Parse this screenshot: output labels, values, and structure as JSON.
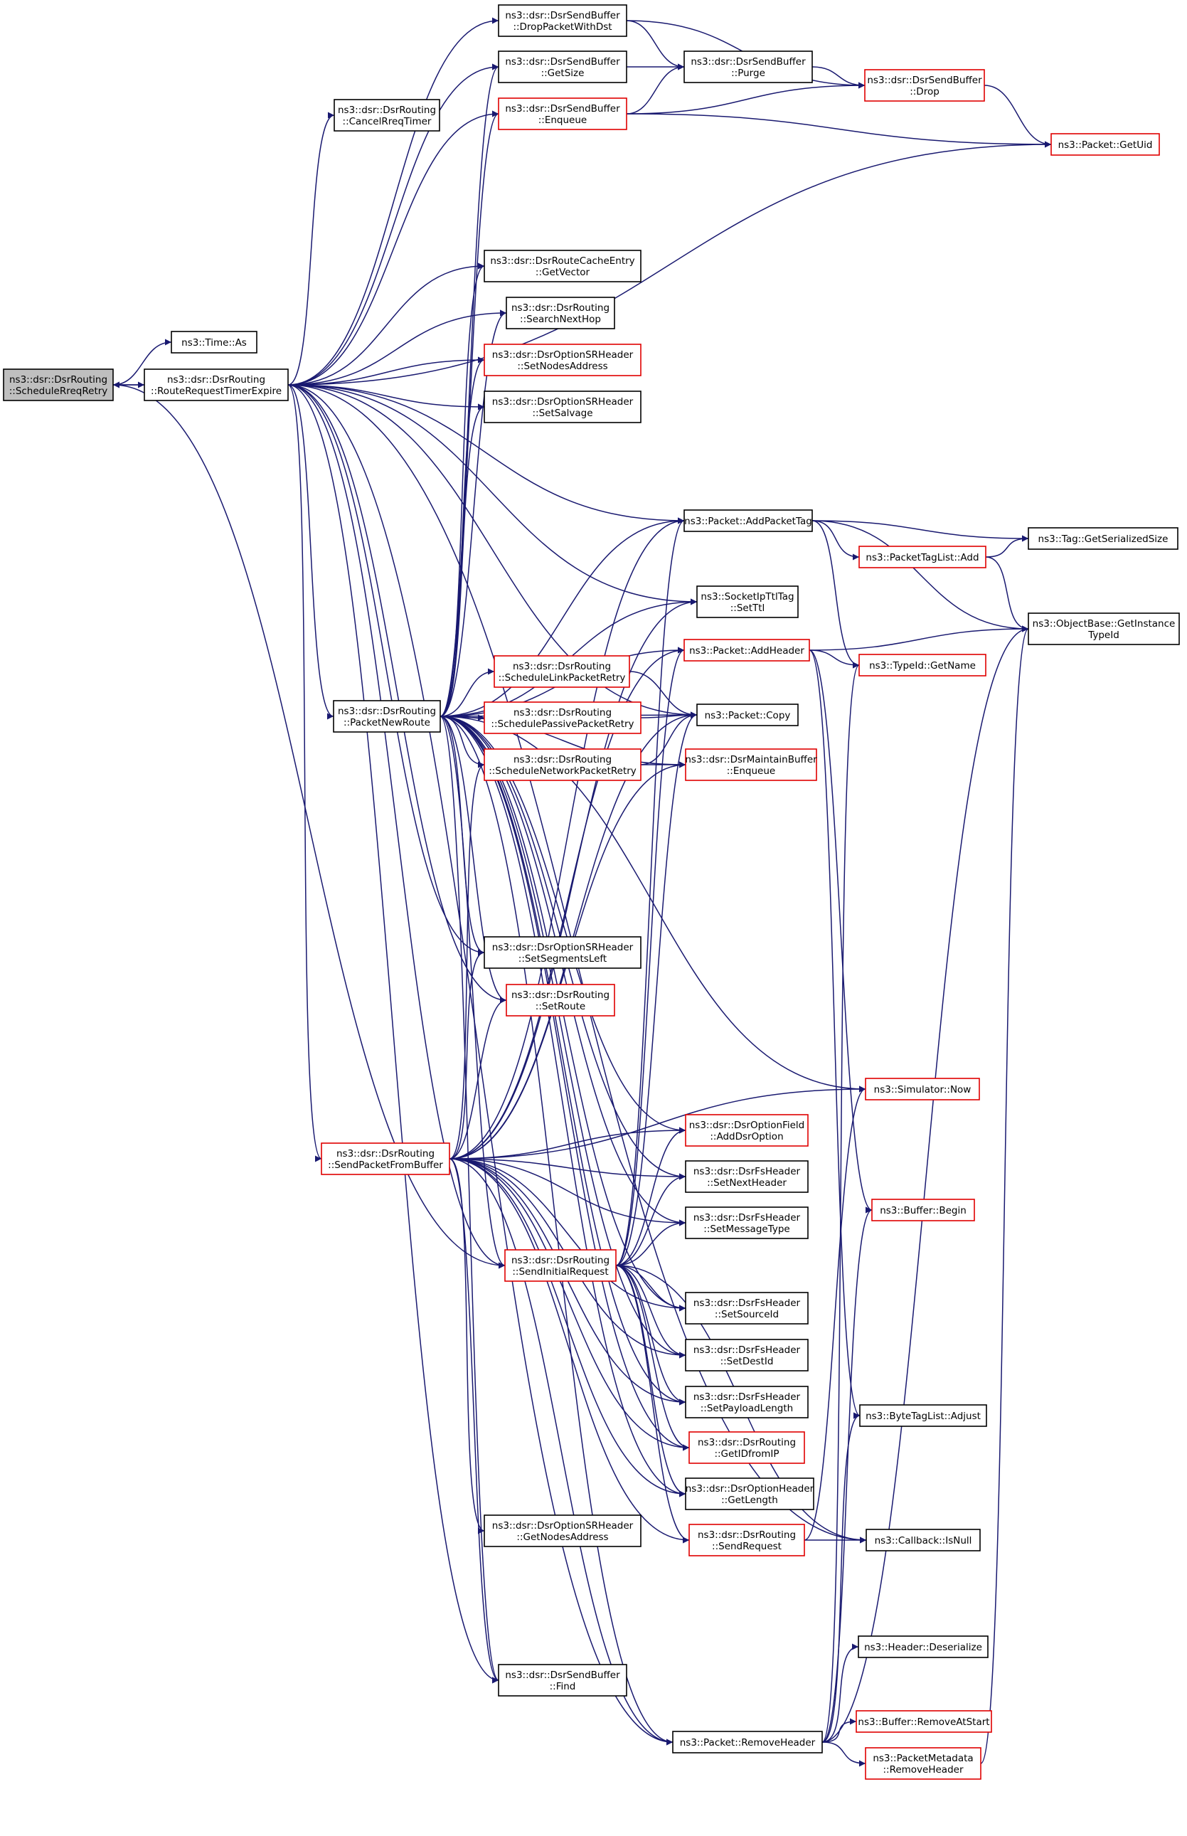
{
  "nodes": [
    {
      "id": "n_srr",
      "lines": [
        "ns3::dsr::DsrRouting",
        "::ScheduleRreqRetry"
      ],
      "color": "black",
      "root": true
    },
    {
      "id": "n_time_as",
      "lines": [
        "ns3::Time::As"
      ],
      "color": "black"
    },
    {
      "id": "n_rrte",
      "lines": [
        "ns3::dsr::DsrRouting",
        "::RouteRequestTimerExpire"
      ],
      "color": "black"
    },
    {
      "id": "n_dpwd",
      "lines": [
        "ns3::dsr::DsrSendBuffer",
        "::DropPacketWithDst"
      ],
      "color": "black"
    },
    {
      "id": "n_getsize",
      "lines": [
        "ns3::dsr::DsrSendBuffer",
        "::GetSize"
      ],
      "color": "black"
    },
    {
      "id": "n_cancel",
      "lines": [
        "ns3::dsr::DsrRouting",
        "::CancelRreqTimer"
      ],
      "color": "black"
    },
    {
      "id": "n_enqueue",
      "lines": [
        "ns3::dsr::DsrSendBuffer",
        "::Enqueue"
      ],
      "color": "red"
    },
    {
      "id": "n_purge",
      "lines": [
        "ns3::dsr::DsrSendBuffer",
        "::Purge"
      ],
      "color": "black"
    },
    {
      "id": "n_drop",
      "lines": [
        "ns3::dsr::DsrSendBuffer",
        "::Drop"
      ],
      "color": "red"
    },
    {
      "id": "n_getuid",
      "lines": [
        "ns3::Packet::GetUid"
      ],
      "color": "red"
    },
    {
      "id": "n_getvector",
      "lines": [
        "ns3::dsr::DsrRouteCacheEntry",
        "::GetVector"
      ],
      "color": "black"
    },
    {
      "id": "n_searchnexthop",
      "lines": [
        "ns3::dsr::DsrRouting",
        "::SearchNextHop"
      ],
      "color": "black"
    },
    {
      "id": "n_setnodesaddr",
      "lines": [
        "ns3::dsr::DsrOptionSRHeader",
        "::SetNodesAddress"
      ],
      "color": "red"
    },
    {
      "id": "n_setsalvage",
      "lines": [
        "ns3::dsr::DsrOptionSRHeader",
        "::SetSalvage"
      ],
      "color": "black"
    },
    {
      "id": "n_addpackettag",
      "lines": [
        "ns3::Packet::AddPacketTag"
      ],
      "color": "black"
    },
    {
      "id": "n_getserialsize",
      "lines": [
        "ns3::Tag::GetSerializedSize"
      ],
      "color": "black"
    },
    {
      "id": "n_ptl_add",
      "lines": [
        "ns3::PacketTagList::Add"
      ],
      "color": "red"
    },
    {
      "id": "n_setttl",
      "lines": [
        "ns3::SocketIpTtlTag",
        "::SetTtl"
      ],
      "color": "black"
    },
    {
      "id": "n_getinstance",
      "lines": [
        "ns3::ObjectBase::GetInstance",
        "TypeId"
      ],
      "color": "black"
    },
    {
      "id": "n_addheader",
      "lines": [
        "ns3::Packet::AddHeader"
      ],
      "color": "red"
    },
    {
      "id": "n_getname",
      "lines": [
        "ns3::TypeId::GetName"
      ],
      "color": "red"
    },
    {
      "id": "n_schedlink",
      "lines": [
        "ns3::dsr::DsrRouting",
        "::ScheduleLinkPacketRetry"
      ],
      "color": "red"
    },
    {
      "id": "n_packetnewroute",
      "lines": [
        "ns3::dsr::DsrRouting",
        "::PacketNewRoute"
      ],
      "color": "black"
    },
    {
      "id": "n_schedpassive",
      "lines": [
        "ns3::dsr::DsrRouting",
        "::SchedulePassivePacketRetry"
      ],
      "color": "red"
    },
    {
      "id": "n_copy",
      "lines": [
        "ns3::Packet::Copy"
      ],
      "color": "black"
    },
    {
      "id": "n_schednetwork",
      "lines": [
        "ns3::dsr::DsrRouting",
        "::ScheduleNetworkPacketRetry"
      ],
      "color": "red"
    },
    {
      "id": "n_maintenqueue",
      "lines": [
        "ns3::dsr::DsrMaintainBuffer",
        "::Enqueue"
      ],
      "color": "red"
    },
    {
      "id": "n_setsegleft",
      "lines": [
        "ns3::dsr::DsrOptionSRHeader",
        "::SetSegmentsLeft"
      ],
      "color": "black"
    },
    {
      "id": "n_setroute",
      "lines": [
        "ns3::dsr::DsrRouting",
        "::SetRoute"
      ],
      "color": "red"
    },
    {
      "id": "n_simnow",
      "lines": [
        "ns3::Simulator::Now"
      ],
      "color": "red"
    },
    {
      "id": "n_spfb",
      "lines": [
        "ns3::dsr::DsrRouting",
        "::SendPacketFromBuffer"
      ],
      "color": "red"
    },
    {
      "id": "n_adddsroption",
      "lines": [
        "ns3::dsr::DsrOptionField",
        "::AddDsrOption"
      ],
      "color": "red"
    },
    {
      "id": "n_setnexthdr",
      "lines": [
        "ns3::dsr::DsrFsHeader",
        "::SetNextHeader"
      ],
      "color": "black"
    },
    {
      "id": "n_bufbegin",
      "lines": [
        "ns3::Buffer::Begin"
      ],
      "color": "red"
    },
    {
      "id": "n_setmsgtype",
      "lines": [
        "ns3::dsr::DsrFsHeader",
        "::SetMessageType"
      ],
      "color": "black"
    },
    {
      "id": "n_sendinitreq",
      "lines": [
        "ns3::dsr::DsrRouting",
        "::SendInitialRequest"
      ],
      "color": "red"
    },
    {
      "id": "n_setsrcid",
      "lines": [
        "ns3::dsr::DsrFsHeader",
        "::SetSourceId"
      ],
      "color": "black"
    },
    {
      "id": "n_setdestid",
      "lines": [
        "ns3::dsr::DsrFsHeader",
        "::SetDestId"
      ],
      "color": "black"
    },
    {
      "id": "n_setpayload",
      "lines": [
        "ns3::dsr::DsrFsHeader",
        "::SetPayloadLength"
      ],
      "color": "black"
    },
    {
      "id": "n_btl_adjust",
      "lines": [
        "ns3::ByteTagList::Adjust"
      ],
      "color": "black"
    },
    {
      "id": "n_getidfromip",
      "lines": [
        "ns3::dsr::DsrRouting",
        "::GetIDfromIP"
      ],
      "color": "red"
    },
    {
      "id": "n_getlength",
      "lines": [
        "ns3::dsr::DsrOptionHeader",
        "::GetLength"
      ],
      "color": "black"
    },
    {
      "id": "n_getnodesaddr",
      "lines": [
        "ns3::dsr::DsrOptionSRHeader",
        "::GetNodesAddress"
      ],
      "color": "black"
    },
    {
      "id": "n_sendrequest",
      "lines": [
        "ns3::dsr::DsrRouting",
        "::SendRequest"
      ],
      "color": "red"
    },
    {
      "id": "n_isnull",
      "lines": [
        "ns3::Callback::IsNull"
      ],
      "color": "black"
    },
    {
      "id": "n_deserialize",
      "lines": [
        "ns3::Header::Deserialize"
      ],
      "color": "black"
    },
    {
      "id": "n_find",
      "lines": [
        "ns3::dsr::DsrSendBuffer",
        "::Find"
      ],
      "color": "black"
    },
    {
      "id": "n_removeatstart",
      "lines": [
        "ns3::Buffer::RemoveAtStart"
      ],
      "color": "red"
    },
    {
      "id": "n_removeheader",
      "lines": [
        "ns3::Packet::RemoveHeader"
      ],
      "color": "black"
    },
    {
      "id": "n_pm_removeheader",
      "lines": [
        "ns3::PacketMetadata",
        "::RemoveHeader"
      ],
      "color": "red"
    }
  ],
  "edges": [
    [
      "n_srr",
      "n_time_as"
    ],
    [
      "n_srr",
      "n_rrte"
    ],
    [
      "n_rrte",
      "n_srr"
    ],
    [
      "n_rrte",
      "n_dpwd"
    ],
    [
      "n_rrte",
      "n_getsize"
    ],
    [
      "n_rrte",
      "n_cancel"
    ],
    [
      "n_rrte",
      "n_enqueue"
    ],
    [
      "n_rrte",
      "n_getuid"
    ],
    [
      "n_rrte",
      "n_getvector"
    ],
    [
      "n_rrte",
      "n_searchnexthop"
    ],
    [
      "n_rrte",
      "n_setnodesaddr"
    ],
    [
      "n_rrte",
      "n_setsalvage"
    ],
    [
      "n_rrte",
      "n_addpackettag"
    ],
    [
      "n_rrte",
      "n_setttl"
    ],
    [
      "n_rrte",
      "n_copy"
    ],
    [
      "n_rrte",
      "n_packetnewroute"
    ],
    [
      "n_rrte",
      "n_setsegleft"
    ],
    [
      "n_rrte",
      "n_setroute"
    ],
    [
      "n_rrte",
      "n_spfb"
    ],
    [
      "n_rrte",
      "n_sendinitreq"
    ],
    [
      "n_rrte",
      "n_find"
    ],
    [
      "n_rrte",
      "n_removeheader"
    ],
    [
      "n_rrte",
      "n_isnull"
    ],
    [
      "n_dpwd",
      "n_purge"
    ],
    [
      "n_dpwd",
      "n_drop"
    ],
    [
      "n_getsize",
      "n_purge"
    ],
    [
      "n_enqueue",
      "n_purge"
    ],
    [
      "n_enqueue",
      "n_drop"
    ],
    [
      "n_enqueue",
      "n_getuid"
    ],
    [
      "n_purge",
      "n_drop"
    ],
    [
      "n_drop",
      "n_getuid"
    ],
    [
      "n_addpackettag",
      "n_getserialsize"
    ],
    [
      "n_addpackettag",
      "n_ptl_add"
    ],
    [
      "n_addpackettag",
      "n_getinstance"
    ],
    [
      "n_addpackettag",
      "n_getname"
    ],
    [
      "n_ptl_add",
      "n_getserialsize"
    ],
    [
      "n_ptl_add",
      "n_getinstance"
    ],
    [
      "n_addheader",
      "n_getinstance"
    ],
    [
      "n_addheader",
      "n_getname"
    ],
    [
      "n_addheader",
      "n_bufbegin"
    ],
    [
      "n_addheader",
      "n_btl_adjust"
    ],
    [
      "n_packetnewroute",
      "n_getsize"
    ],
    [
      "n_packetnewroute",
      "n_enqueue"
    ],
    [
      "n_packetnewroute",
      "n_getvector"
    ],
    [
      "n_packetnewroute",
      "n_searchnexthop"
    ],
    [
      "n_packetnewroute",
      "n_setnodesaddr"
    ],
    [
      "n_packetnewroute",
      "n_setsalvage"
    ],
    [
      "n_packetnewroute",
      "n_addpackettag"
    ],
    [
      "n_packetnewroute",
      "n_setttl"
    ],
    [
      "n_packetnewroute",
      "n_addheader"
    ],
    [
      "n_packetnewroute",
      "n_schedlink"
    ],
    [
      "n_packetnewroute",
      "n_schedpassive"
    ],
    [
      "n_packetnewroute",
      "n_schednetwork"
    ],
    [
      "n_packetnewroute",
      "n_copy"
    ],
    [
      "n_packetnewroute",
      "n_maintenqueue"
    ],
    [
      "n_packetnewroute",
      "n_setsegleft"
    ],
    [
      "n_packetnewroute",
      "n_setroute"
    ],
    [
      "n_packetnewroute",
      "n_simnow"
    ],
    [
      "n_packetnewroute",
      "n_adddsroption"
    ],
    [
      "n_packetnewroute",
      "n_setnexthdr"
    ],
    [
      "n_packetnewroute",
      "n_setmsgtype"
    ],
    [
      "n_packetnewroute",
      "n_sendinitreq"
    ],
    [
      "n_packetnewroute",
      "n_setsrcid"
    ],
    [
      "n_packetnewroute",
      "n_setdestid"
    ],
    [
      "n_packetnewroute",
      "n_setpayload"
    ],
    [
      "n_packetnewroute",
      "n_getidfromip"
    ],
    [
      "n_packetnewroute",
      "n_getlength"
    ],
    [
      "n_packetnewroute",
      "n_find"
    ],
    [
      "n_packetnewroute",
      "n_removeheader"
    ],
    [
      "n_schedlink",
      "n_copy"
    ],
    [
      "n_schedpassive",
      "n_copy"
    ],
    [
      "n_schednetwork",
      "n_copy"
    ],
    [
      "n_schednetwork",
      "n_maintenqueue"
    ],
    [
      "n_spfb",
      "n_addpackettag"
    ],
    [
      "n_spfb",
      "n_setttl"
    ],
    [
      "n_spfb",
      "n_addheader"
    ],
    [
      "n_spfb",
      "n_schednetwork"
    ],
    [
      "n_spfb",
      "n_copy"
    ],
    [
      "n_spfb",
      "n_maintenqueue"
    ],
    [
      "n_spfb",
      "n_setsegleft"
    ],
    [
      "n_spfb",
      "n_setroute"
    ],
    [
      "n_spfb",
      "n_simnow"
    ],
    [
      "n_spfb",
      "n_adddsroption"
    ],
    [
      "n_spfb",
      "n_setnexthdr"
    ],
    [
      "n_spfb",
      "n_setmsgtype"
    ],
    [
      "n_spfb",
      "n_setsrcid"
    ],
    [
      "n_spfb",
      "n_setdestid"
    ],
    [
      "n_spfb",
      "n_setpayload"
    ],
    [
      "n_spfb",
      "n_getidfromip"
    ],
    [
      "n_spfb",
      "n_getlength"
    ],
    [
      "n_spfb",
      "n_getnodesaddr"
    ],
    [
      "n_spfb",
      "n_sendrequest"
    ],
    [
      "n_spfb",
      "n_find"
    ],
    [
      "n_spfb",
      "n_removeheader"
    ],
    [
      "n_sendinitreq",
      "n_srr"
    ],
    [
      "n_sendinitreq",
      "n_addpackettag"
    ],
    [
      "n_sendinitreq",
      "n_addheader"
    ],
    [
      "n_sendinitreq",
      "n_copy"
    ],
    [
      "n_sendinitreq",
      "n_adddsroption"
    ],
    [
      "n_sendinitreq",
      "n_setnexthdr"
    ],
    [
      "n_sendinitreq",
      "n_setmsgtype"
    ],
    [
      "n_sendinitreq",
      "n_setsrcid"
    ],
    [
      "n_sendinitreq",
      "n_setdestid"
    ],
    [
      "n_sendinitreq",
      "n_setpayload"
    ],
    [
      "n_sendinitreq",
      "n_getidfromip"
    ],
    [
      "n_sendinitreq",
      "n_getlength"
    ],
    [
      "n_sendinitreq",
      "n_sendrequest"
    ],
    [
      "n_sendinitreq",
      "n_isnull"
    ],
    [
      "n_sendrequest",
      "n_isnull"
    ],
    [
      "n_sendrequest",
      "n_simnow"
    ],
    [
      "n_removeheader",
      "n_getname"
    ],
    [
      "n_removeheader",
      "n_getinstance"
    ],
    [
      "n_removeheader",
      "n_bufbegin"
    ],
    [
      "n_removeheader",
      "n_btl_adjust"
    ],
    [
      "n_removeheader",
      "n_deserialize"
    ],
    [
      "n_removeheader",
      "n_removeatstart"
    ],
    [
      "n_removeheader",
      "n_pm_removeheader"
    ],
    [
      "n_pm_removeheader",
      "n_getinstance"
    ]
  ]
}
